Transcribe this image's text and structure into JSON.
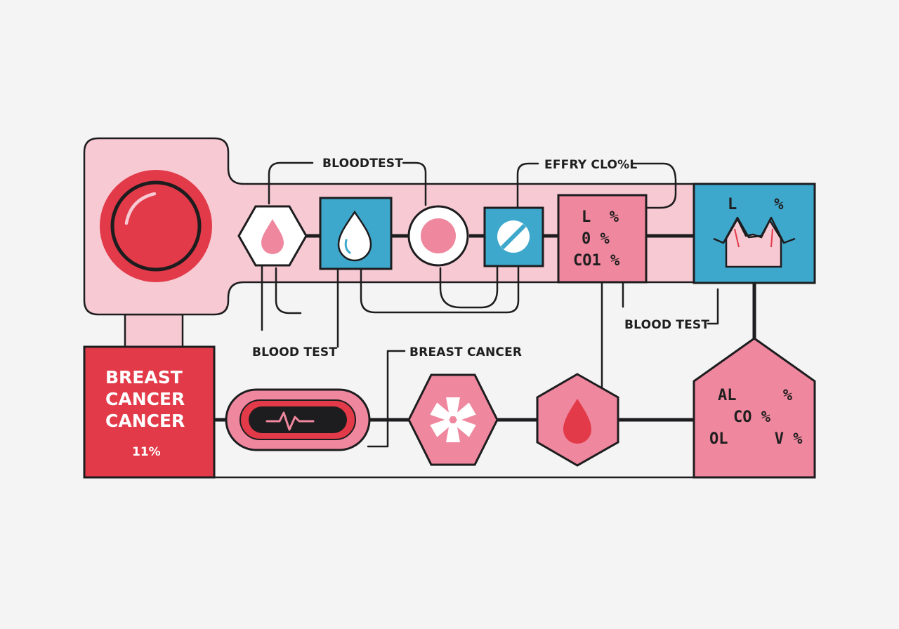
{
  "labels": {
    "blood_test_top": "BLOODTEST",
    "effry_label": "EFFRY CLO%L",
    "blood_test_right": "BLOOD TEST",
    "blood_test_left": "BLOOD TEST",
    "breast_cancer_label": "BREAST CANCER"
  },
  "pink_panel": {
    "lines": [
      "L  %",
      "0 %",
      "CO1 %"
    ]
  },
  "blue_panel": {
    "text": "L    %"
  },
  "red_box": {
    "lines": [
      "BREAST",
      "CANCER",
      "CANCER"
    ],
    "percent": "11%"
  },
  "pentagon": {
    "lines": [
      "AL     %",
      "CO %",
      "OL     V %"
    ]
  },
  "colors": {
    "red": "#e23a48",
    "pink": "#ef879e",
    "light_pink": "#f7c9d3",
    "blue": "#3ea8cc",
    "dark": "#1d1d1f"
  },
  "icons": [
    "target-button-icon",
    "blood-drop-icon",
    "water-drop-icon",
    "circle-node-icon",
    "pill-icon",
    "chart-icon",
    "heartbeat-icon",
    "flower-icon",
    "red-drop-icon"
  ]
}
